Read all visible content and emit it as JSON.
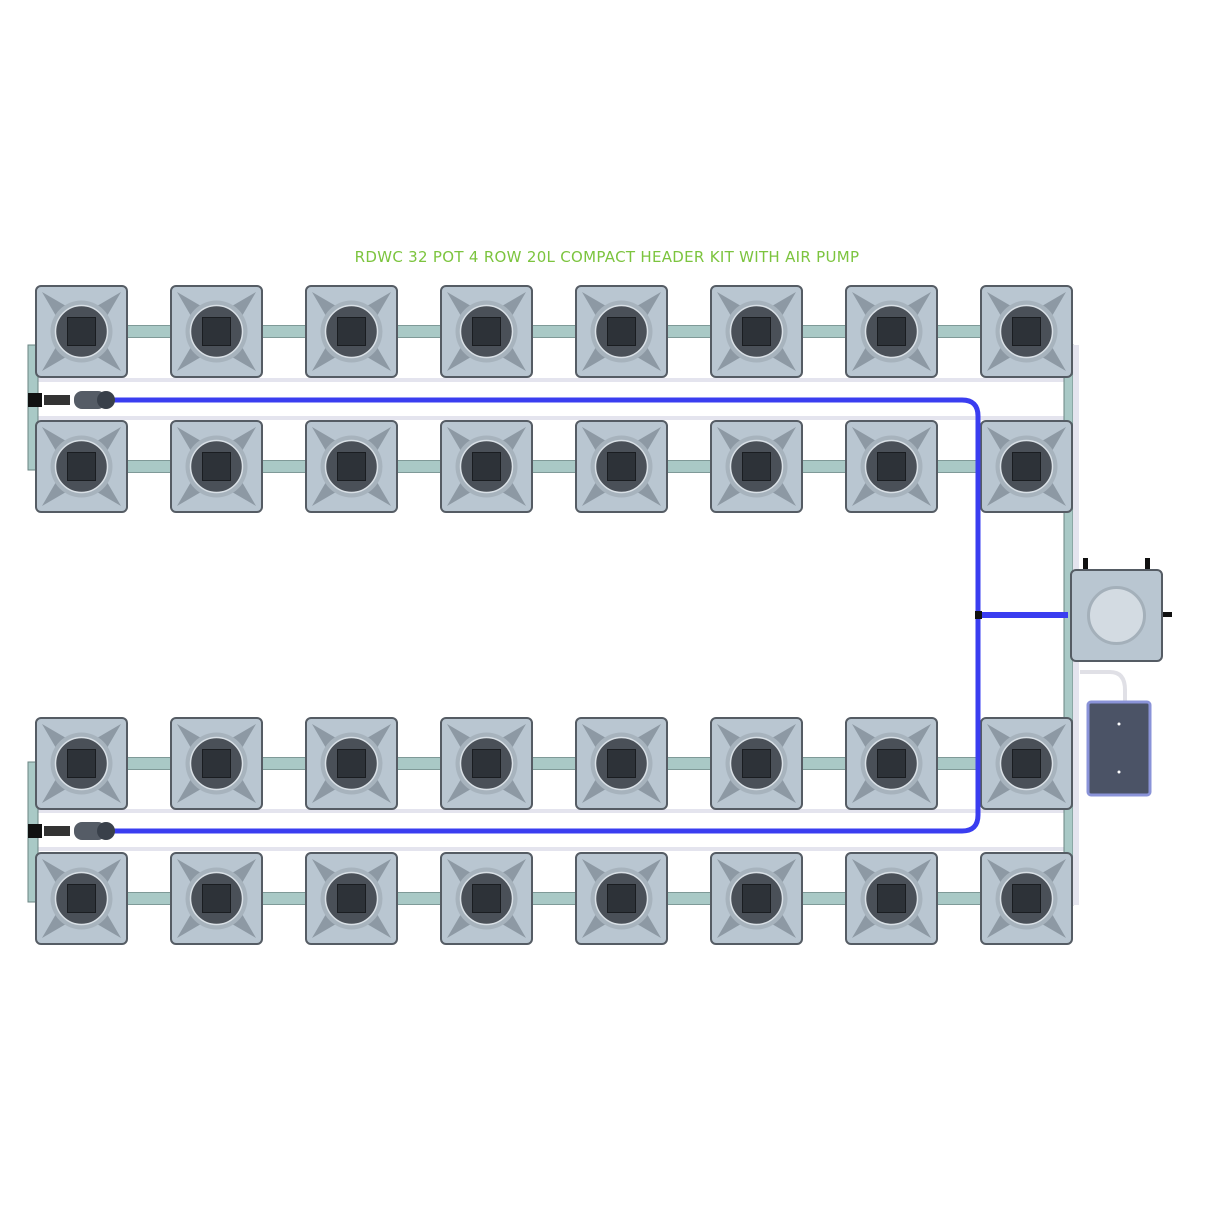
{
  "title": "RDWC 32 POT 4 ROW 20L COMPACT HEADER KIT WITH AIR PUMP",
  "layout": {
    "rows": 4,
    "pots_per_row": 8
  },
  "components": [
    "pot",
    "header-tank",
    "air-pump",
    "air-line",
    "manifold-pipe"
  ],
  "colors": {
    "title": "#7cc43e",
    "air_line": "#3a3df0",
    "pot_body": "#b9c6d1",
    "pot_lid": "#4a5058",
    "pipe": "#a9c9c6",
    "return_line": "#e4e4ee",
    "pump": "#4b5366",
    "pump_border": "#8a93d8"
  }
}
